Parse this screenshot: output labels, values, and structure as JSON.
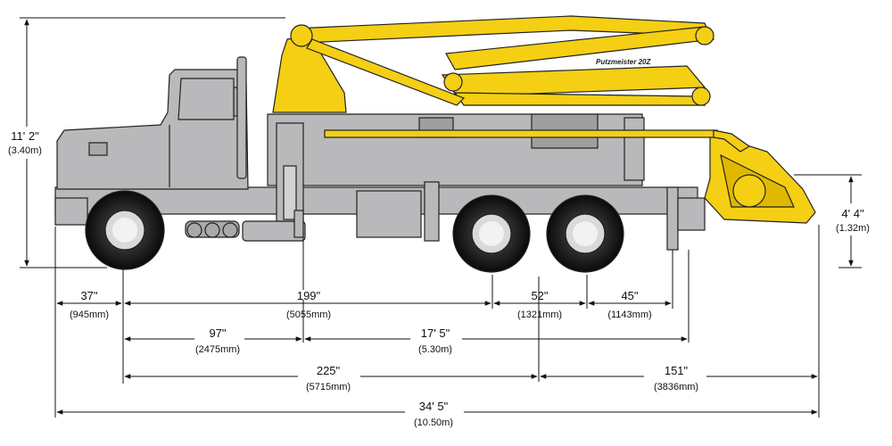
{
  "brand_label": "Putzmeister 20Z",
  "colors": {
    "boom": "#f4cf14",
    "body": "#b9b9bb",
    "outline": "#222222",
    "dim": "#111111"
  },
  "dimensions": {
    "overall_height": {
      "main": "11' 2\"",
      "sub": "(3.40m)"
    },
    "hopper_height": {
      "main": "4' 4\"",
      "sub": "(1.32m)"
    },
    "front_overhang": {
      "main": "37\"",
      "sub": "(945mm)"
    },
    "wheelbase_front": {
      "main": "199\"",
      "sub": "(5055mm)"
    },
    "tandem_spread": {
      "main": "52\"",
      "sub": "(1321mm)"
    },
    "rear_axle_to_outrigger": {
      "main": "45\"",
      "sub": "(1143mm)"
    },
    "axle_to_outrigger_front": {
      "main": "97\"",
      "sub": "(2475mm)"
    },
    "outrigger_spread": {
      "main": "17' 5\"",
      "sub": "(5.30m)"
    },
    "axle_to_tandem_center": {
      "main": "225\"",
      "sub": "(5715mm)"
    },
    "tandem_to_rear": {
      "main": "151\"",
      "sub": "(3836mm)"
    },
    "overall_length": {
      "main": "34' 5\"",
      "sub": "(10.50m)"
    }
  }
}
